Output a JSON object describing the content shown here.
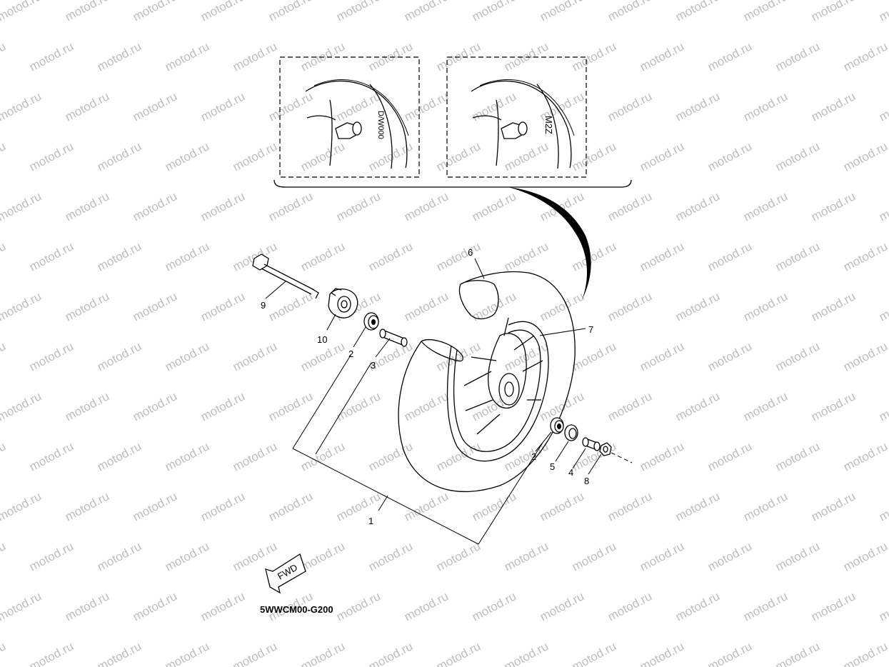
{
  "diagram": {
    "watermark": "motod.ru",
    "drawing_code": "5WWCM00-G200",
    "fwd_label": "FWD",
    "detail_left_text": "D/W000",
    "detail_right_text": "M2Z",
    "callouts": {
      "c1": "1",
      "c2a": "2",
      "c2b": "2",
      "c3": "3",
      "c4": "4",
      "c5": "5",
      "c6": "6",
      "c7": "7",
      "c8": "8",
      "c9": "9",
      "c10": "10"
    }
  }
}
